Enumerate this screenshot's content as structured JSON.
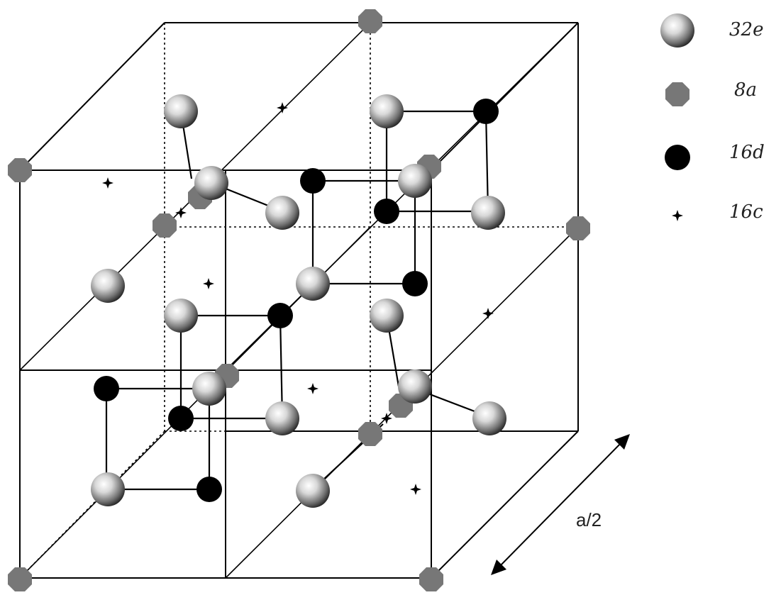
{
  "legend": [
    {
      "site": "32e",
      "marker": "shaded-sphere"
    },
    {
      "site": "8a",
      "marker": "grey-octagon"
    },
    {
      "site": "16d",
      "marker": "black-disc"
    },
    {
      "site": "16c",
      "marker": "small-star"
    }
  ],
  "dimension_label": "a/2",
  "colors": {
    "site_32e": "#7a7a7a",
    "site_8a": "#777777",
    "site_16d": "#000000",
    "site_16c": "#000000"
  }
}
